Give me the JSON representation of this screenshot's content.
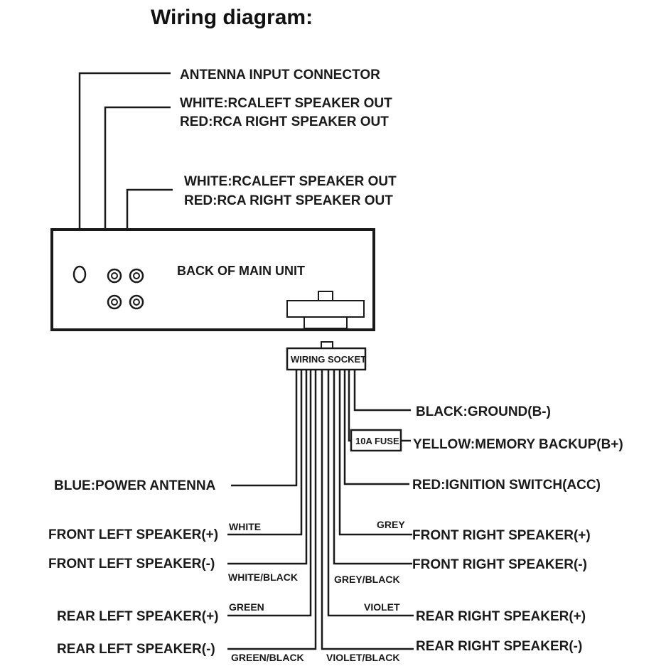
{
  "title": "Wiring diagram:",
  "top_labels": {
    "antenna": "ANTENNA INPUT CONNECTOR",
    "rca1_white": "WHITE:RCALEFT SPEAKER OUT",
    "rca1_red": "RED:RCA RIGHT SPEAKER OUT",
    "rca2_white": "WHITE:RCALEFT SPEAKER OUT",
    "rca2_red": "RED:RCA RIGHT SPEAKER OUT"
  },
  "main_unit_label": "BACK OF MAIN UNIT",
  "socket_label": "WIRING SOCKET",
  "fuse_label": "10A FUSE",
  "right_labels": {
    "ground": "BLACK:GROUND(B-)",
    "memory": "YELLOW:MEMORY BACKUP(B+)",
    "ignition": "RED:IGNITION SWITCH(ACC)",
    "front_right_pos": "FRONT RIGHT SPEAKER(+)",
    "front_right_neg": "FRONT RIGHT SPEAKER(-)",
    "rear_right_pos": "REAR RIGHT SPEAKER(+)",
    "rear_right_neg": "REAR RIGHT SPEAKER(-)"
  },
  "left_labels": {
    "power_antenna": "BLUE:POWER ANTENNA",
    "front_left_pos": "FRONT LEFT SPEAKER(+)",
    "front_left_neg": "FRONT LEFT SPEAKER(-)",
    "rear_left_pos": "REAR LEFT SPEAKER(+)",
    "rear_left_neg": "REAR LEFT SPEAKER(-)"
  },
  "wire_colors": {
    "white": "WHITE",
    "white_black": "WHITE/BLACK",
    "green": "GREEN",
    "green_black": "GREEN/BLACK",
    "grey": "GREY",
    "grey_black": "GREY/BLACK",
    "violet": "VIOLET",
    "violet_black": "VIOLET/BLACK"
  }
}
